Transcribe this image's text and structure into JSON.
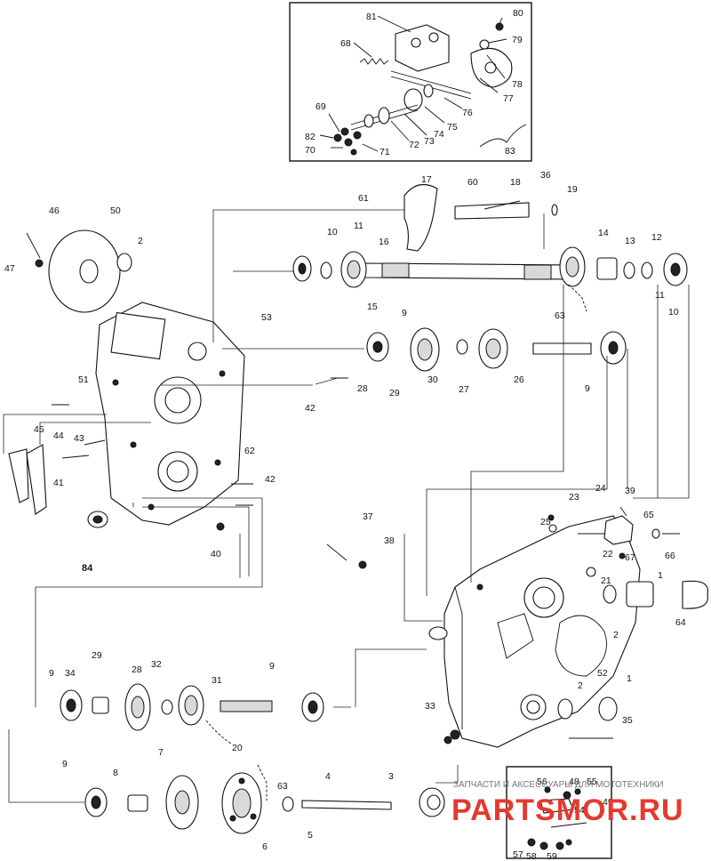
{
  "labels": {
    "l1": "1",
    "l2": "2",
    "l3": "3",
    "l4": "4",
    "l5": "5",
    "l6": "6",
    "l7": "7",
    "l8": "8",
    "l9": "9",
    "l10": "10",
    "l11": "11",
    "l12": "12",
    "l13": "13",
    "l14": "14",
    "l15": "15",
    "l16": "16",
    "l17": "17",
    "l18": "18",
    "l19": "19",
    "l20": "20",
    "l21": "21",
    "l22": "22",
    "l23": "23",
    "l24": "24",
    "l25": "25",
    "l26": "26",
    "l27": "27",
    "l28": "28",
    "l29": "29",
    "l30": "30",
    "l31": "31",
    "l32": "32",
    "l33": "33",
    "l34": "34",
    "l35": "35",
    "l36": "36",
    "l37": "37",
    "l38": "38",
    "l39": "39",
    "l40": "40",
    "l41": "41",
    "l42": "42",
    "l43": "43",
    "l44": "44",
    "l45": "45",
    "l46": "46",
    "l47": "47",
    "l48": "48",
    "l49": "49",
    "l50": "50",
    "l51": "51",
    "l52": "52",
    "l53": "53",
    "l54": "54",
    "l55": "55",
    "l56": "56",
    "l57": "57",
    "l58": "58",
    "l59": "59",
    "l60": "60",
    "l61": "61",
    "l62": "62",
    "l63": "63",
    "l64": "64",
    "l65": "65",
    "l66": "66",
    "l67": "67",
    "l68": "68",
    "l69": "69",
    "l70": "70",
    "l71": "71",
    "l72": "72",
    "l73": "73",
    "l74": "74",
    "l75": "75",
    "l76": "76",
    "l77": "77",
    "l78": "78",
    "l79": "79",
    "l80": "80",
    "l81": "81",
    "l82": "82",
    "l83": "83",
    "l84": "84"
  },
  "watermark": {
    "line": "ЗАПЧАСТИ И АКСЕССУАРЫ ДЛЯ МОТОТЕХНИКИ",
    "brand": "PARTSMOR.RU",
    "color": "#e43a2e"
  }
}
